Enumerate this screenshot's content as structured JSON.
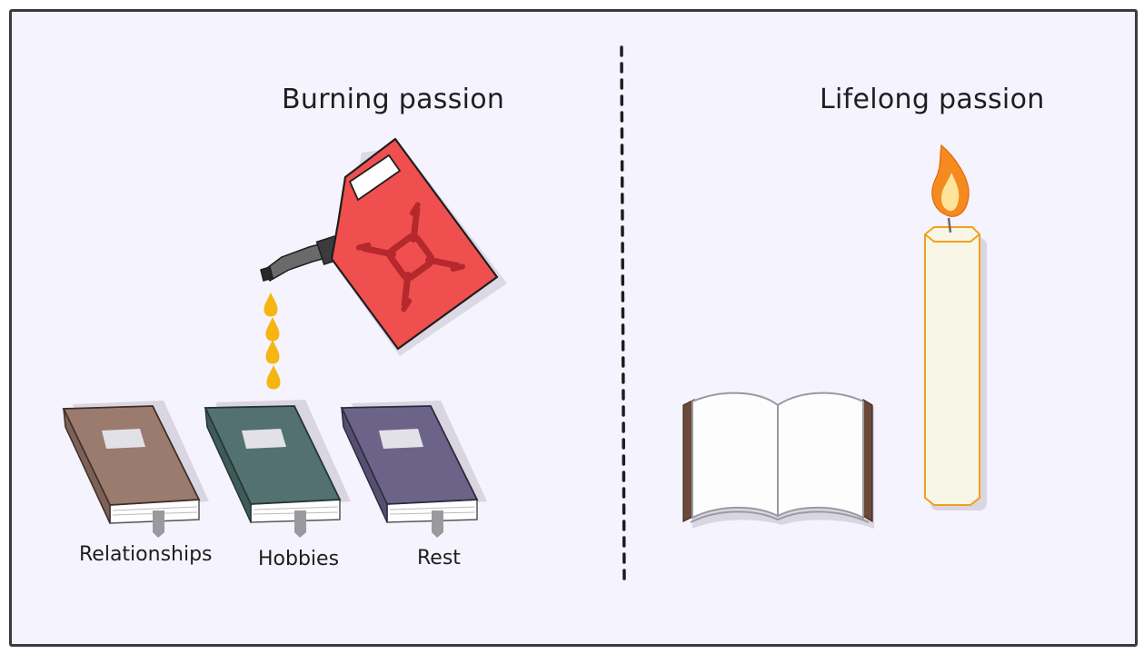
{
  "left_panel": {
    "title": "Burning passion",
    "books": [
      {
        "label": "Relationships",
        "color": "#9b7b6d"
      },
      {
        "label": "Hobbies",
        "color": "#527170"
      },
      {
        "label": "Rest",
        "color": "#6c6488"
      }
    ],
    "fuel_can": {
      "icon": "fuel-can-icon",
      "color": "#f04f4f",
      "fuel_color": "#f5b512"
    }
  },
  "right_panel": {
    "title": "Lifelong passion",
    "candle": {
      "icon": "candle-icon",
      "color": "#f8f6e6",
      "flame_color": "#f58a1f"
    },
    "open_book": {
      "icon": "open-book-icon",
      "spine_color": "#6b4a3a"
    }
  }
}
